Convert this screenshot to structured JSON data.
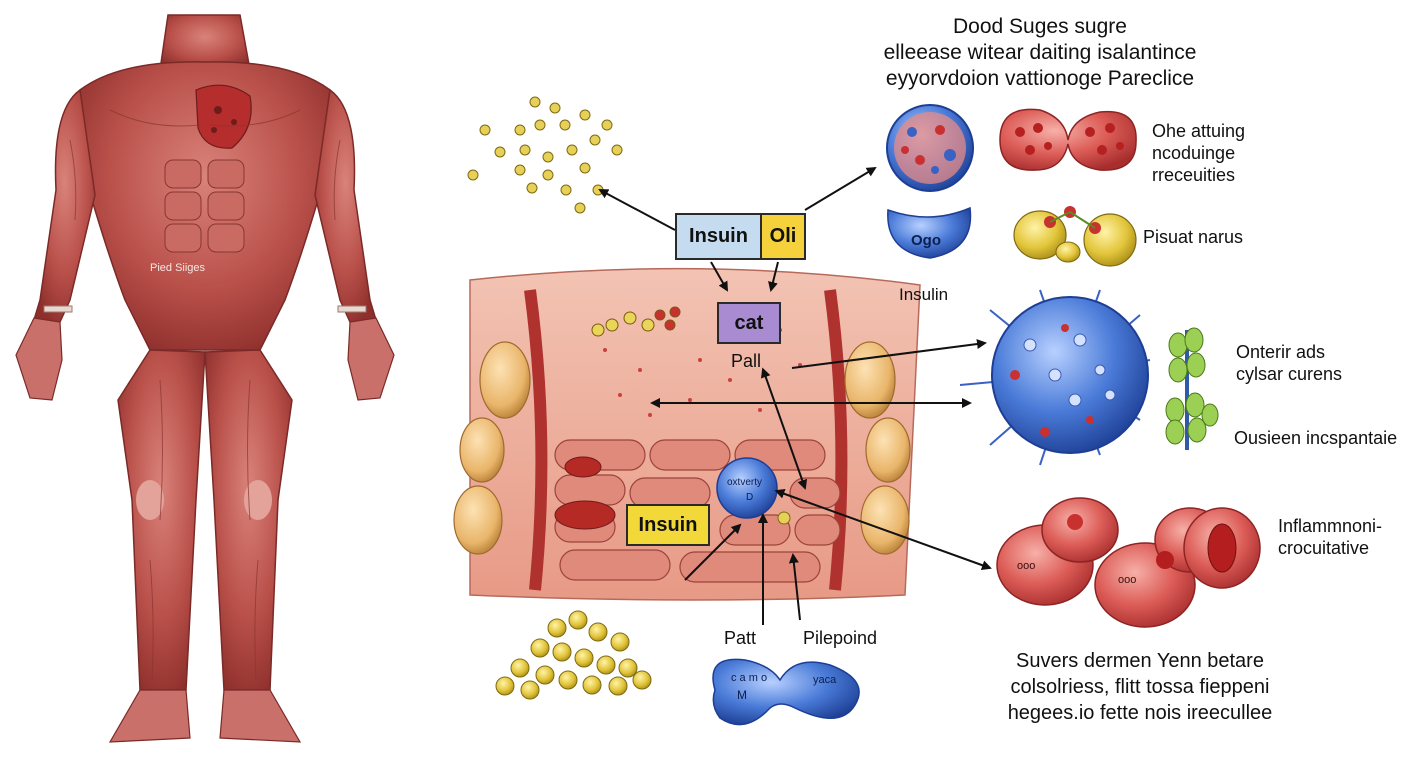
{
  "title": {
    "lines": [
      "Dood Suges sugre",
      "elleease witear daiting isalantince",
      "eyyorvdoion vattionoge Pareclice"
    ]
  },
  "body_overlay_text": "Pied Siiges",
  "boxes": {
    "insulin_top": "Insuin",
    "oil": "Oli",
    "cat": "cat",
    "insulin_bottom": "Insuin"
  },
  "labels": {
    "pall": "Pall",
    "patt": "Patt",
    "pilepoind": "Pilepoind",
    "insulin_cell": "Insulin",
    "ogo": "Ogo",
    "cell_d_line1": "oxtverty",
    "cell_d_line2": "D",
    "bottom_blob_left_line1": "c a m o",
    "bottom_blob_left_line2": "M",
    "bottom_blob_right": "yaca",
    "red_blob_small": "ooo",
    "red_blob_mid": "ooo"
  },
  "right_labels": {
    "top_cells": [
      "Ohe attuing",
      "ncoduinge",
      "rreceuities"
    ],
    "pisuat": "Pisuat narus",
    "blue_cell": [
      "Onterir ads",
      "cylsar curens"
    ],
    "ousieen": "Ousieen incspantaie",
    "inflammation": [
      "Inflammnoni-",
      "crocuitative"
    ]
  },
  "bottom_caption": {
    "lines": [
      "Suvers dermen Yenn betare",
      "colsolriess, flitt tossa fieppeni",
      "hegees.io fette nois ireecullee"
    ]
  },
  "colors": {
    "muscle": "#b9504a",
    "muscle_dark": "#8e2f2c",
    "insulin_box": "#c5dcf0",
    "oil_box": "#f5d23c",
    "cat_box": "#a88bd0",
    "insulin_box_bottom": "#f3d83a",
    "blue_cell": "#3f6fd0",
    "red_cell": "#d24a4a",
    "yellow_cell": "#e2c53a",
    "green": "#8cbf3f",
    "fat": "#e9b56a"
  }
}
